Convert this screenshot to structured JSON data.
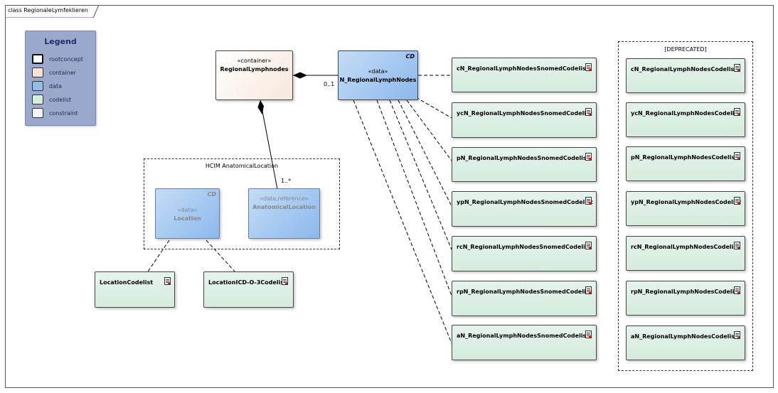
{
  "frame": {
    "title": "class RegionaleLymfeklieren"
  },
  "legend": {
    "title": "Legend",
    "items": [
      {
        "label": "rootconcept",
        "color": "#ffffff"
      },
      {
        "label": "container",
        "color": "#f5e2d2"
      },
      {
        "label": "data",
        "color": "#93bce9"
      },
      {
        "label": "codelist",
        "color": "#d6eedd"
      },
      {
        "label": "constraint",
        "color": "#f4f4fb"
      }
    ]
  },
  "container": {
    "stereotype": "«container»",
    "name": "RegionalLymphnodes"
  },
  "data_node": {
    "tag": "CD",
    "stereotype": "«data»",
    "name": "N_RegionalLymphNodes",
    "multiplicity": "0..1"
  },
  "package": {
    "label": "HCIM AnatomicalLocation",
    "location": {
      "tag": "CD",
      "stereotype": "«data»",
      "name": "Location"
    },
    "anatomical": {
      "stereotype": "«data,reference»",
      "name": "AnatomicalLocation",
      "multiplicity": "1..*"
    }
  },
  "location_codelists": [
    "LocationCodelist",
    "LocationICD-O-3Codelist"
  ],
  "snomed_codelists": [
    "cN_RegionalLymphNodesSnomedCodelist",
    "ycN_RegionalLymphNodesSnomedCodelist",
    "pN_RegionalLymphNodesSnomedCodelist",
    "ypN_RegionalLymphNodesSnomedCodelist",
    "rcN_RegionalLymphNodesSnomedCodelist",
    "rpN_RegionalLymphNodesSnomedCodelist",
    "aN_RegionalLymphNodesSnomedCodelist"
  ],
  "deprecated": {
    "label": "[DEPRECATED]",
    "codelists": [
      "cN_RegionalLymphNodesCodelist",
      "ycN_RegionalLymphNodesCodelist",
      "pN_RegionalLymphNodesCodelist",
      "ypN_RegionalLymphNodesCodelist",
      "rcN_RegionalLymphNodesCodelist",
      "rpN_RegionalLymphNodesCodelist",
      "aN_RegionalLymphNodesCodelist"
    ]
  }
}
